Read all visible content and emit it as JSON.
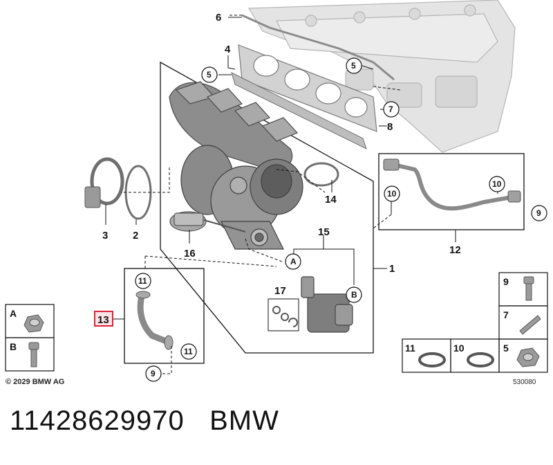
{
  "callouts": {
    "c1": "1",
    "c2": "2",
    "c3": "3",
    "c4": "4",
    "c5a": "5",
    "c5b": "5",
    "c6": "6",
    "c7": "7",
    "c8": "8",
    "c9a": "9",
    "c9b": "9",
    "c10a": "10",
    "c10b": "10",
    "c11a": "11",
    "c11b": "11",
    "c12": "12",
    "c13": "13",
    "c14": "14",
    "c15": "15",
    "c16": "16",
    "c17": "17",
    "cA": "A",
    "cB": "B"
  },
  "legend_left": {
    "a": "A",
    "b": "B"
  },
  "legend_right": {
    "n9": "9",
    "n7": "7",
    "n11": "11",
    "n10": "10",
    "n5": "5"
  },
  "copyright": "© 2029 BMW AG",
  "diagram_number": "530080",
  "caption": {
    "part_number": "11428629970",
    "brand": "BMW"
  },
  "colors": {
    "highlight": "#d9233b",
    "line": "#111111",
    "part": "#8a8a8a",
    "part_light": "#cfcfcf"
  }
}
